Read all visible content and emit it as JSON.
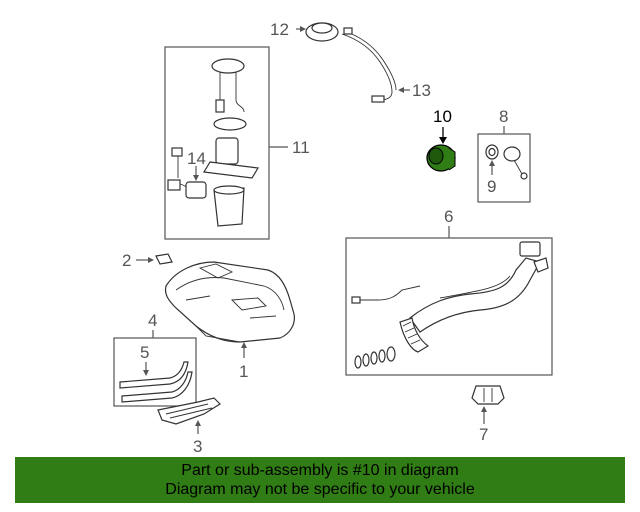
{
  "callouts": {
    "c1": "1",
    "c2": "2",
    "c3": "3",
    "c4": "4",
    "c5": "5",
    "c6": "6",
    "c7": "7",
    "c8": "8",
    "c9": "9",
    "c10": "10",
    "c11": "11",
    "c12": "12",
    "c13": "13",
    "c14": "14"
  },
  "highlight_color": "#2f7d14",
  "banner": {
    "line1": "Part or sub-assembly is #10 in diagram",
    "line2": "Diagram may not be specific to your vehicle"
  }
}
